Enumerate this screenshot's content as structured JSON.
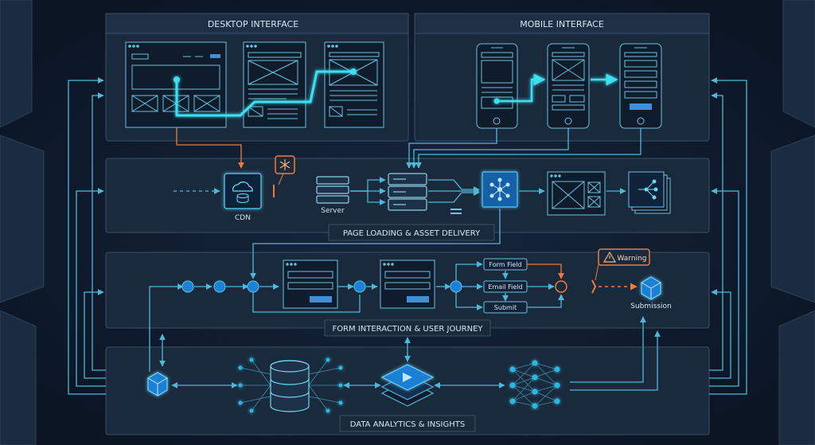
{
  "panels": {
    "desktop": "DESKTOP INTERFACE",
    "mobile": "MOBILE INTERFACE",
    "page_loading": "PAGE LOADING & ASSET DELIVERY",
    "form": "FORM INTERACTION & USER JOURNEY",
    "analytics": "DATA ANALYTICS & INSIGHTS"
  },
  "nodes": {
    "cdn": "CDN",
    "server": "Server",
    "form_field": "Form Field",
    "email_field": "Email Field",
    "submit": "Submit",
    "warning": "Warning",
    "submission": "Submission"
  },
  "colors": {
    "background": "#0e1a2b",
    "panel": "#1a2a3d",
    "line": "#4fb8d8",
    "highlight": "#3ee0f0",
    "alert": "#f07a3a"
  }
}
